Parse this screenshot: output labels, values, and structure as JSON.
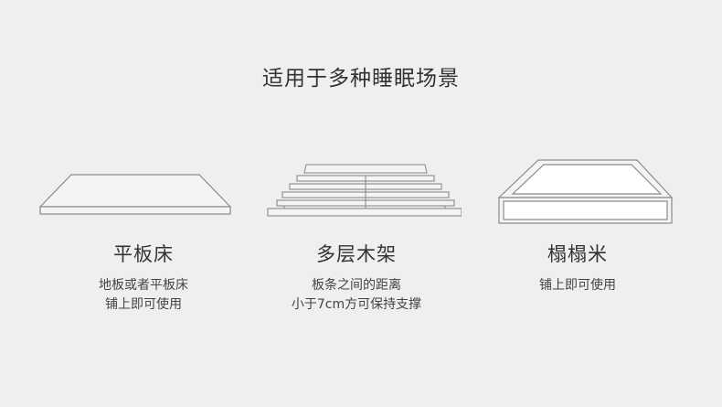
{
  "title": "适用于多种睡眠场景",
  "scenarios": [
    {
      "name": "平板床",
      "icon": "flat-bed-icon",
      "desc": [
        "地板或者平板床",
        "铺上即可使用"
      ]
    },
    {
      "name": "多层木架",
      "icon": "slatted-frame-icon",
      "desc": [
        "板条之间的距离",
        "小于7cm方可保持支撑"
      ]
    },
    {
      "name": "榻榻米",
      "icon": "tatami-icon",
      "desc": [
        "铺上即可使用"
      ]
    }
  ],
  "colors": {
    "background": "#efefef",
    "line": "#8a8a8a",
    "text": "#333333"
  }
}
